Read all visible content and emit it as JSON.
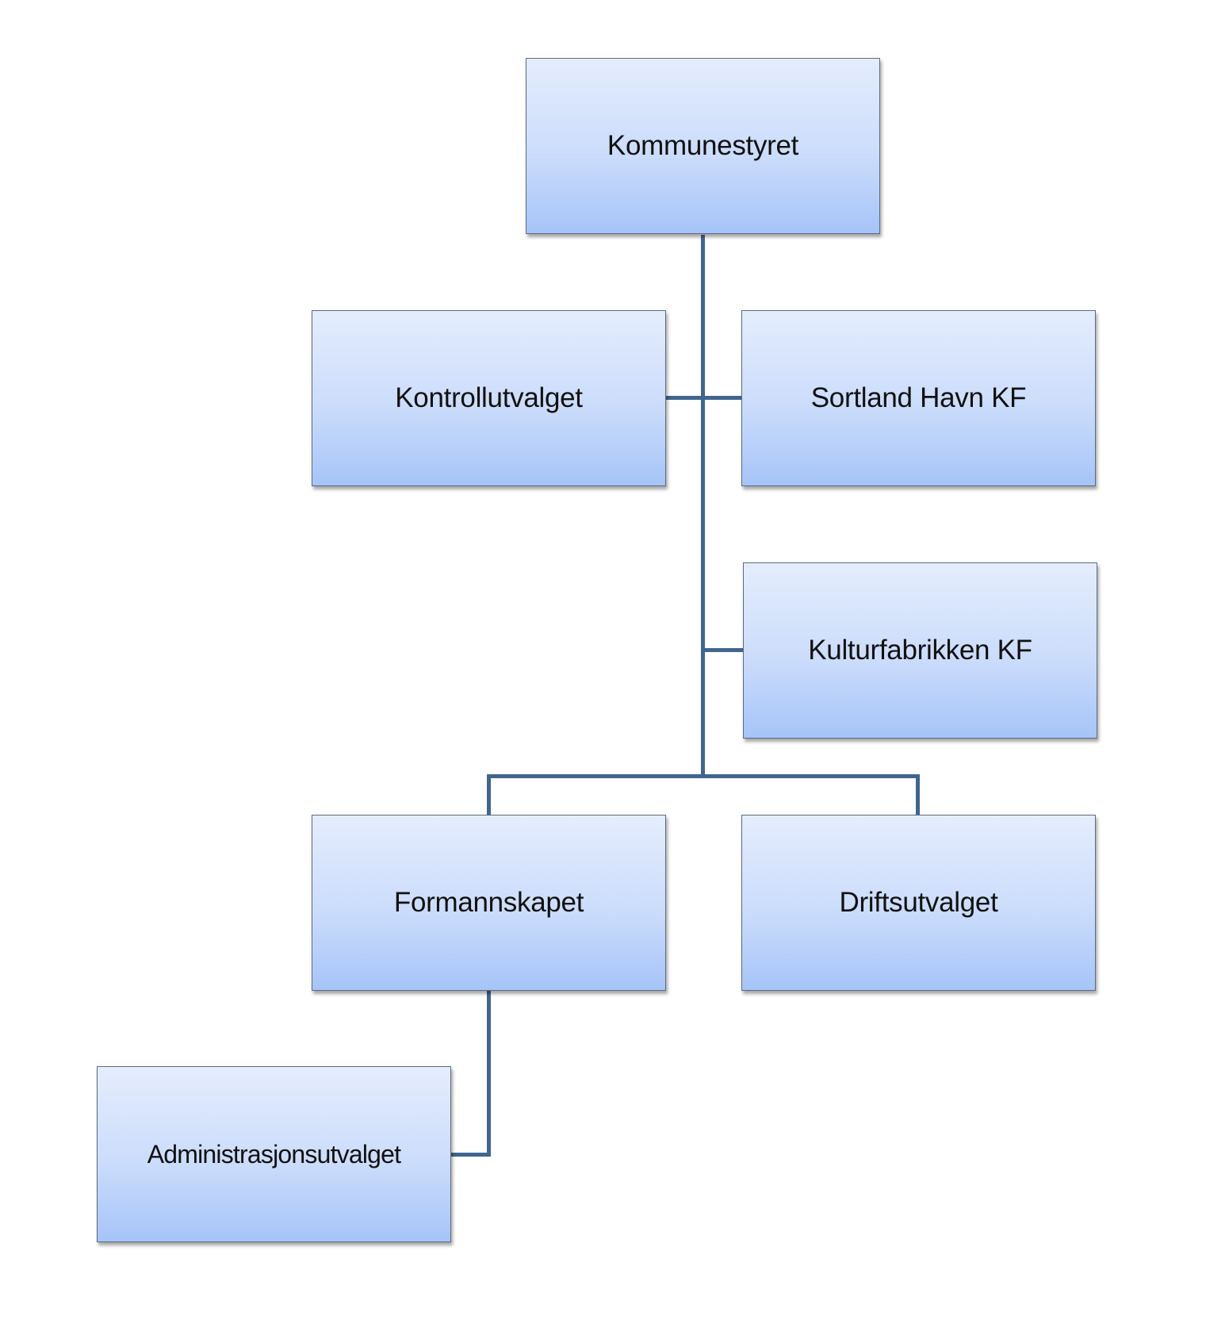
{
  "diagram": {
    "type": "org-chart",
    "line_color": "#41668e",
    "nodes": [
      {
        "id": "kommunestyret",
        "label": "Kommunestyret"
      },
      {
        "id": "kontrollutvalget",
        "label": "Kontrollutvalget",
        "parent": "kommunestyret"
      },
      {
        "id": "sortland",
        "label": "Sortland Havn KF",
        "parent": "kommunestyret"
      },
      {
        "id": "kulturfabrikken",
        "label": "Kulturfabrikken KF",
        "parent": "kommunestyret"
      },
      {
        "id": "formannskapet",
        "label": "Formannskapet",
        "parent": "kommunestyret"
      },
      {
        "id": "driftsutvalget",
        "label": "Driftsutvalget",
        "parent": "kommunestyret"
      },
      {
        "id": "administrasjonsutvalget",
        "label": "Administrasjonsutvalget",
        "parent": "formannskapet"
      }
    ]
  }
}
